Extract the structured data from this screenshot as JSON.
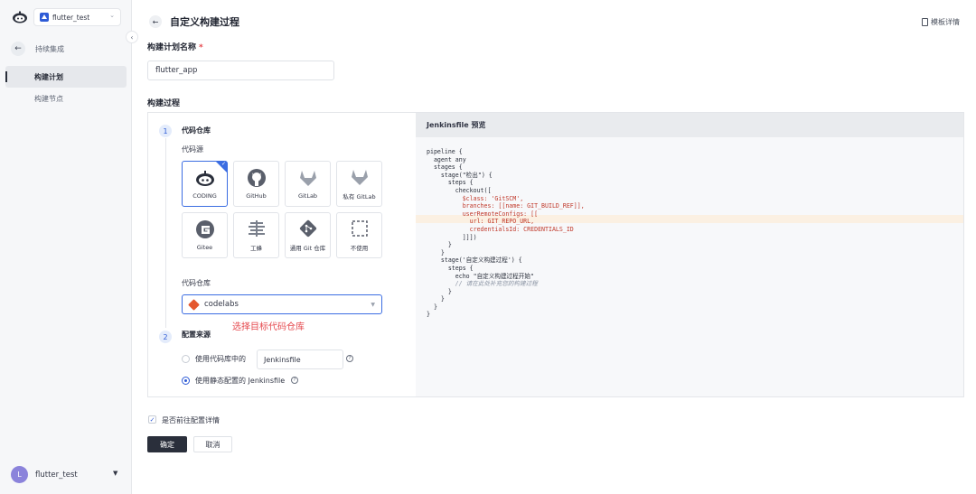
{
  "sidebar": {
    "project": "flutter_test",
    "back_label": "持续集成",
    "items": [
      {
        "label": "构建计划",
        "active": true
      },
      {
        "label": "构建节点",
        "active": false
      }
    ],
    "user": {
      "initial": "L",
      "name": "flutter_test"
    }
  },
  "header": {
    "title": "自定义构建过程",
    "template_link": "模板详情"
  },
  "form": {
    "name_label": "构建计划名称",
    "required_mark": "*",
    "name_value": "flutter_app",
    "process_label": "构建过程"
  },
  "steps": [
    {
      "num": "1",
      "title": "代码仓库"
    },
    {
      "num": "2",
      "title": "配置来源"
    }
  ],
  "code_source": {
    "label": "代码源",
    "cards": [
      {
        "label": "CODING",
        "selected": true
      },
      {
        "label": "GitHub",
        "selected": false
      },
      {
        "label": "GitLab",
        "selected": false
      },
      {
        "label": "私有 GitLab",
        "selected": false
      },
      {
        "label": "Gitee",
        "selected": false
      },
      {
        "label": "工蜂",
        "selected": false
      },
      {
        "label": "通用 Git 仓库",
        "selected": false
      },
      {
        "label": "不使用",
        "selected": false
      }
    ]
  },
  "repo": {
    "label": "代码仓库",
    "value": "codelabs",
    "annotation": "选择目标代码仓库"
  },
  "config_source": {
    "option1_label": "使用代码库中的",
    "option1_value": "Jenkinsfile",
    "option2_label": "使用静态配置的 Jenkinsfile",
    "selected": 2
  },
  "preview": {
    "title": "Jenkinsfile 预览",
    "lines": [
      "pipeline {",
      "  agent any",
      "  stages {",
      "    stage(\"检出\") {",
      "      steps {",
      "        checkout([",
      "          $class: 'GitSCM',",
      "          branches: [[name: GIT_BUILD_REF]],",
      "          userRemoteConfigs: [[",
      "            url: GIT_REPO_URL,",
      "            credentialsId: CREDENTIALS_ID",
      "          ]]])",
      "      }",
      "    }",
      "    stage('自定义构建过程') {",
      "      steps {",
      "        echo \"自定义构建过程开始\"",
      "        // 请在此处补充您的构建过程",
      "      }",
      "    }",
      "  }",
      "}"
    ]
  },
  "footer": {
    "checkbox_label": "是否前往配置详情",
    "ok_label": "确定",
    "cancel_label": "取消"
  },
  "colors": {
    "accent": "#2e5bd6",
    "primary_button": "#2a2f3b",
    "annotation": "#e5484d"
  }
}
